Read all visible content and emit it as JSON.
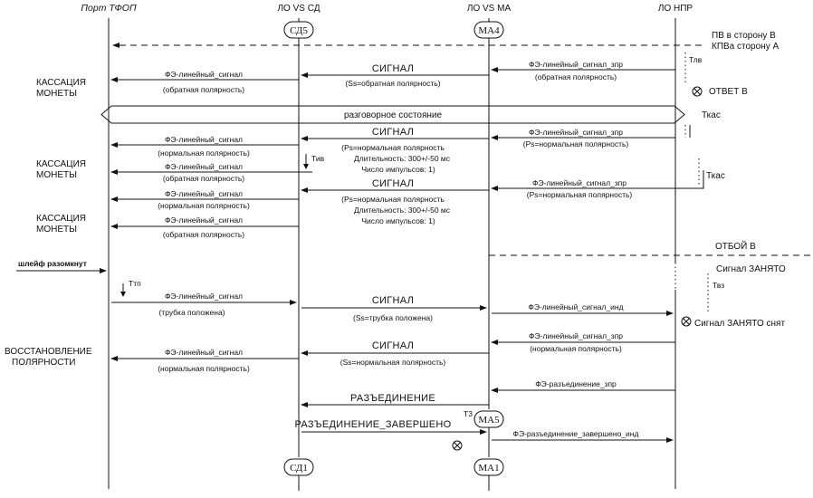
{
  "headers": {
    "ptfop": "Порт ТФОП",
    "lo_vs_sd": "ЛО VS СД",
    "lo_vs_ma": "ЛО VS МА",
    "lo_npr": "ЛО НПР"
  },
  "states": {
    "sd5": "СД5",
    "ma4": "МА4",
    "ma5": "МА5",
    "sd1": "СД1",
    "ma1": "МА1"
  },
  "right_notes": {
    "pv_b": "ПВ в сторону В",
    "kpv_a": "КПВа сторону А",
    "otvet_b": "ОТВЕТ  В",
    "otboi_b": "ОТБОЙ  В",
    "signal_zanyato": "Сигнал ЗАНЯТО",
    "signal_zanyato_snyat": "Сигнал ЗАНЯТО снят"
  },
  "timers": {
    "tlv": "Тлв",
    "tkas1": "Ткас",
    "tkas2": "Ткас",
    "tiv": "Тив",
    "ttp": "Ттп",
    "tvz": "Твз",
    "t3": "Т3"
  },
  "left_notes": {
    "kassatsiya_1": "КАССАЦИЯ",
    "monety_1": "МОНЕТЫ",
    "kassatsiya_2": "КАССАЦИЯ",
    "monety_2": "МОНЕТЫ",
    "kassatsiya_3": "КАССАЦИЯ",
    "monety_3": "МОНЕТЫ",
    "shleif": "шлейф разомкнут",
    "vosstanovlenie": "ВОССТАНОВЛЕНИЕ",
    "polyarnosti": "ПОЛЯРНОСТИ"
  },
  "messages": {
    "fe_linear": "ФЭ-линейный_сигнал",
    "obr_pol": "(обратная полярность)",
    "norm_pol": "(нормальная полярность)",
    "signal": "СИГНАЛ",
    "ss_obr": "(Ss=обратная полярность)",
    "fe_zpr": "ФЭ-линейный_сигнал_зпр",
    "razgovor": "разговорное состояние",
    "ps_norm": "(Ps=нормальная полярность",
    "dlit": "Длительность: 300+/-50 мс",
    "chislo": "Число импульсов: 1)",
    "ps_norm_closed": "(Ps=нормальная полярность)",
    "truba_pol": "(трубка положена)",
    "ss_truba": "(Ss=трубка положена)",
    "fe_ind": "ФЭ-линейный_сигнал_инд",
    "ss_norm": "(Ss=нормальная полярность)",
    "fe_razed_zpr": "ФЭ-разъединение_зпр",
    "razedinenie": "РАЗЪЕДИНЕНИЕ",
    "razed_zav": "РАЗЪЕДИНЕНИЕ_ЗАВЕРШЕНО",
    "fe_razed_zav_ind": "ФЭ-разъединение_завершено_инд"
  }
}
